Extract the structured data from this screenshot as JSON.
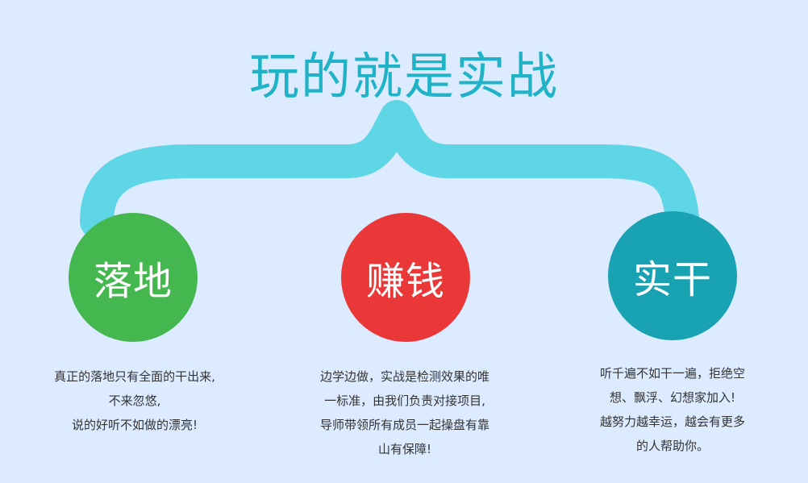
{
  "title": "玩的就是实战",
  "colors": {
    "background": "#dcebff",
    "title": "#20b3c7",
    "brace": "#5fd6e6",
    "circle_1": "#44b74f",
    "circle_2": "#ea3737",
    "circle_3": "#18a2b2"
  },
  "items": [
    {
      "label": "落地",
      "lines": [
        "真正的落地只有全面的干出来,",
        "不来忽悠,",
        "说的好听不如做的漂亮!"
      ]
    },
    {
      "label": "赚钱",
      "lines": [
        "边学边做，实战是检测效果的唯",
        "一标准，由我们负责对接项目,",
        "导师带领所有成员一起操盘有靠",
        "山有保障!"
      ]
    },
    {
      "label": "实干",
      "lines": [
        "听千遍不如干一遍，拒绝空",
        "想、飘浮、幻想家加入!",
        "越努力越幸运，越会有更多",
        "的人帮助你。"
      ]
    }
  ]
}
